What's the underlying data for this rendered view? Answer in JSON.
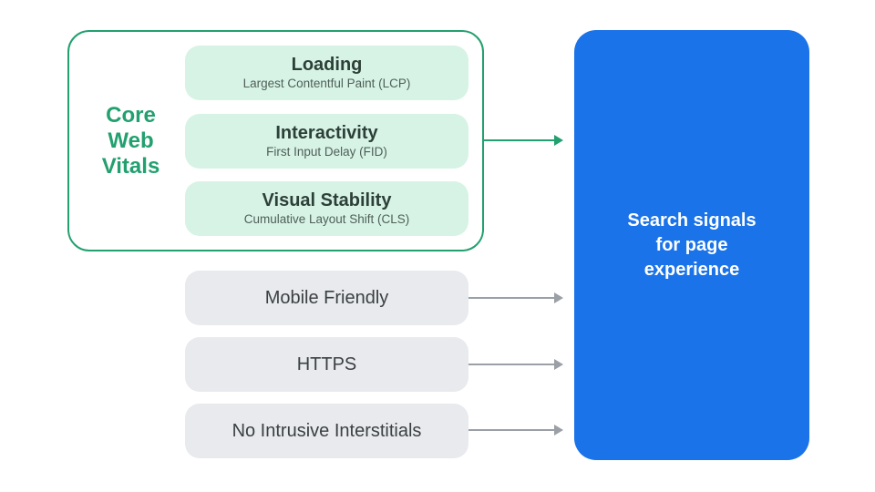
{
  "colors": {
    "green": "#23a06f",
    "green-fill": "#d7f3e6",
    "title-text": "#2d4038",
    "subtitle-text": "#4e5f57",
    "gray-fill": "#e8eaed",
    "gray-text": "#3c4043",
    "arrow-gray": "#9aa0a6",
    "blue": "#1a73e8",
    "white": "#ffffff"
  },
  "core_web_vitals": {
    "label_lines": [
      "Core",
      "Web",
      "Vitals"
    ],
    "vitals": [
      {
        "title": "Loading",
        "subtitle": "Largest Contentful Paint (LCP)"
      },
      {
        "title": "Interactivity",
        "subtitle": "First Input Delay (FID)"
      },
      {
        "title": "Visual Stability",
        "subtitle": "Cumulative Layout Shift (CLS)"
      }
    ]
  },
  "other_signals": [
    {
      "label": "Mobile Friendly"
    },
    {
      "label": "HTTPS"
    },
    {
      "label": "No Intrusive Interstitials"
    }
  ],
  "target": {
    "lines": [
      "Search signals",
      "for page",
      "experience"
    ]
  }
}
